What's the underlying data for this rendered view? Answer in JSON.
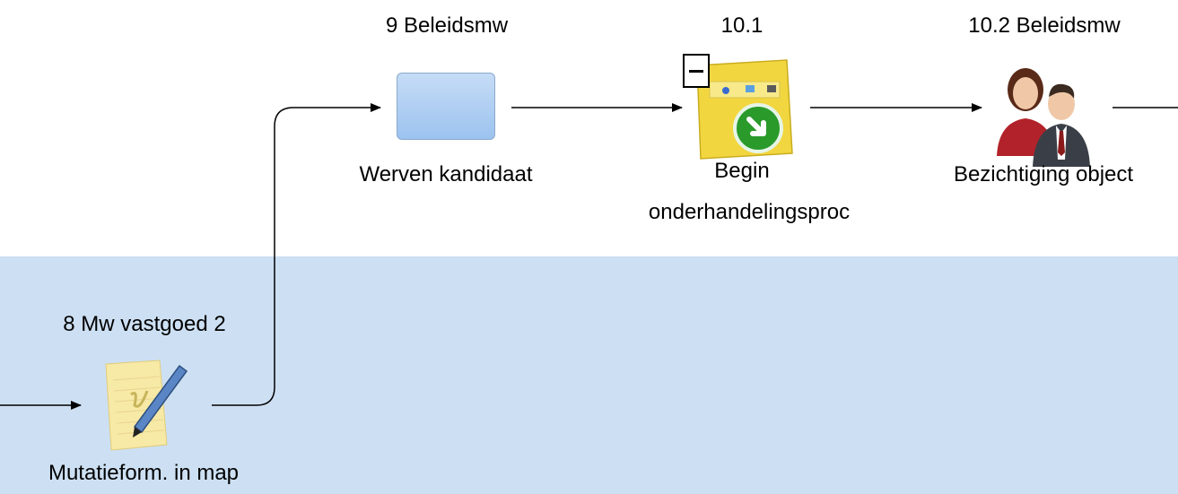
{
  "lanes": [
    {
      "name": "upper-lane",
      "color": "#ffffff"
    },
    {
      "name": "lower-lane",
      "color": "#cde0f3"
    }
  ],
  "nodes": [
    {
      "id": "mutatieform",
      "role": "8 Mw vastgoed 2",
      "label": "Mutatieform. in map",
      "icon": "document-pen-icon"
    },
    {
      "id": "werven",
      "role": "9 Beleidsmw",
      "label": "Werven kandidaat",
      "icon": "task-box"
    },
    {
      "id": "begin",
      "role": "10.1",
      "label_line1": "Begin",
      "label_line2": "onderhandelingsproc",
      "icon": "subprocess-icon"
    },
    {
      "id": "bezichtiging",
      "role": "10.2 Beleidsmw",
      "label": "Bezichtiging object",
      "icon": "people-icon"
    }
  ],
  "colors": {
    "lane": "#cde0f3",
    "edge": "#000000",
    "task_fill": "#b3d0f2",
    "subprocess_fill": "#f2d640",
    "go_green": "#2a9a2a"
  }
}
